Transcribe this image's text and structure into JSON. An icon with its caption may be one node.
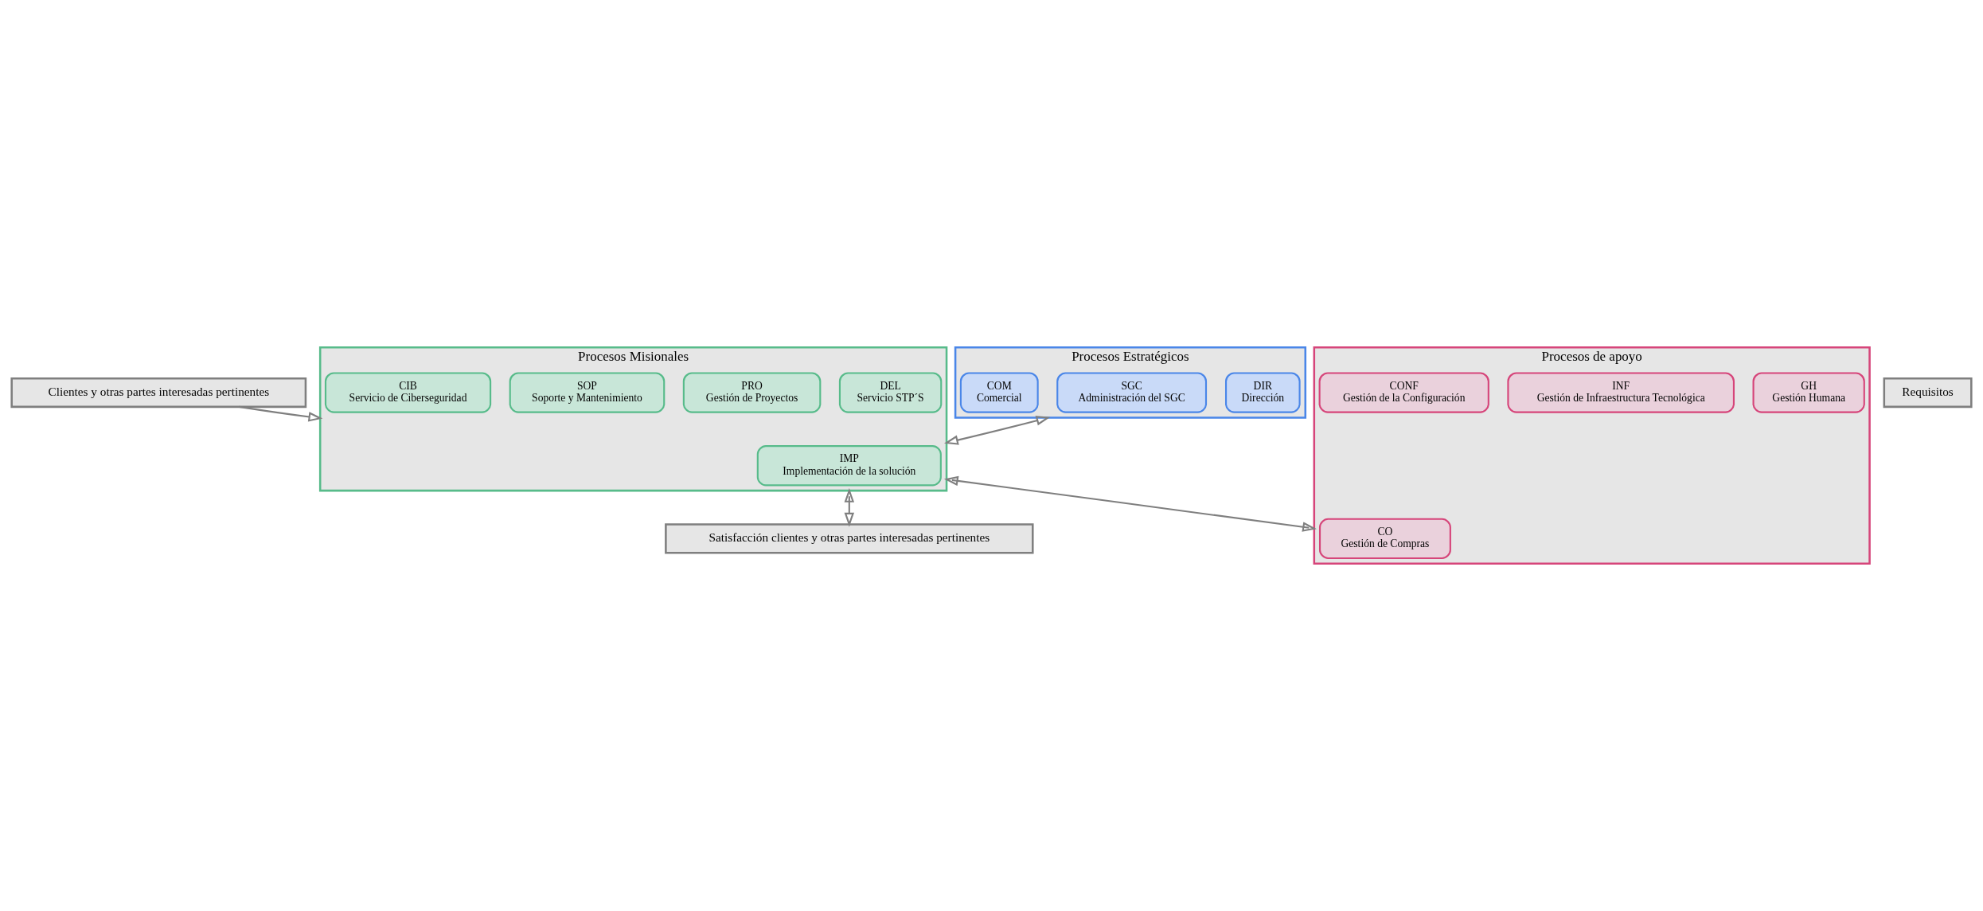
{
  "diagram": {
    "nodes": [
      {
        "text": [
          "Clientes y otras partes interesadas pertinentes"
        ]
      },
      {
        "text": [
          "Requisitos"
        ]
      },
      {
        "text": [
          "Procesos Estratégicos"
        ]
      },
      {
        "text": [
          "DIR",
          "Dirección"
        ],
        "in": 2
      },
      {
        "text": [
          "SGC",
          "Administración del SGC"
        ],
        "in": 2
      },
      {
        "text": [
          "COM",
          "Comercial"
        ],
        "in": 2
      },
      {
        "text": [
          "Procesos Misionales"
        ]
      },
      {
        "text": [
          "DEL",
          "Servicio STP´S"
        ],
        "in": 6
      },
      {
        "text": [
          "PRO",
          "Gestión de Proyectos"
        ],
        "in": 6
      },
      {
        "text": [
          "IMP",
          "Implementación de la solución"
        ],
        "in": 6
      },
      {
        "text": [
          "SOP",
          "Soporte y Mantenimiento"
        ],
        "in": 6
      },
      {
        "text": [
          "CIB",
          "Servicio de Ciberseguridad"
        ],
        "in": 6
      },
      {
        "text": [
          "Procesos de apoyo"
        ]
      },
      {
        "text": [
          "GH",
          "Gestión Humana"
        ],
        "in": 12
      },
      {
        "text": [
          "INF",
          "Gestión de Infraestructura Tecnológica"
        ],
        "in": 12
      },
      {
        "text": [
          "CO",
          "Gestión de Compras"
        ],
        "in": 12
      },
      {
        "text": [
          "CONF",
          "Gestión de la Configuración"
        ],
        "in": 12
      },
      {
        "text": [
          "Satisfacción clientes y otras partes interesadas pertinentes"
        ]
      }
    ],
    "edges": [
      {
        "from": 0,
        "to": 6,
        "arrow": "to"
      },
      {
        "from": 2,
        "to": 6,
        "arrow": "both"
      },
      {
        "from": 6,
        "to": 12,
        "arrow": "both"
      },
      {
        "from": 6,
        "to": 17,
        "arrow": "both"
      }
    ]
  }
}
